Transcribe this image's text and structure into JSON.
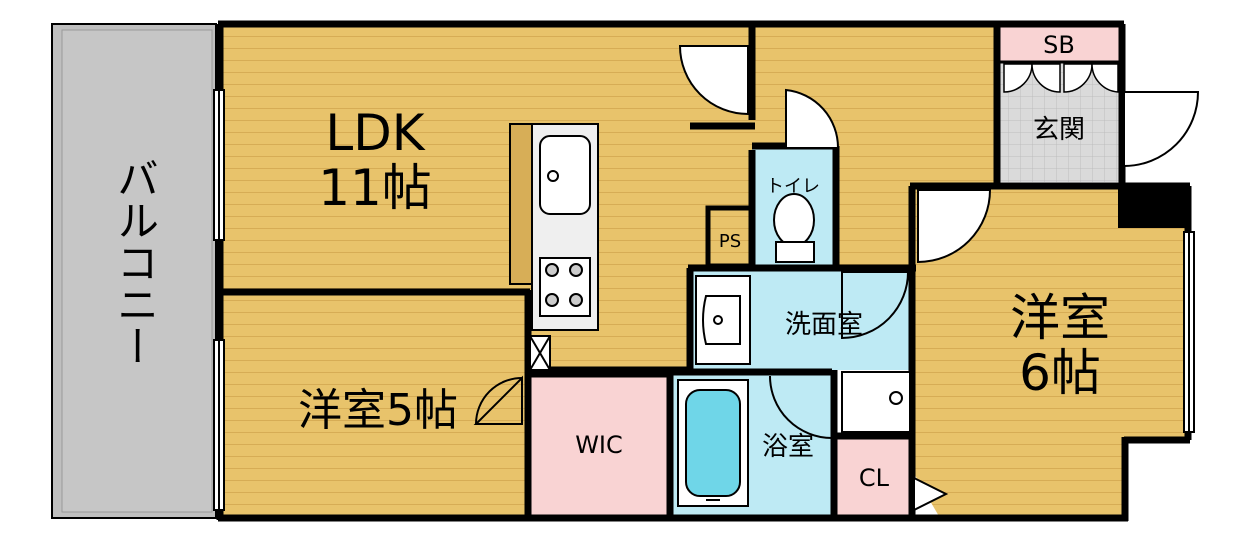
{
  "colors": {
    "wood": "#E8C36B",
    "wood_stripe": "#D7AE57",
    "pink": "#F9D3D3",
    "aqua": "#BEEAF4",
    "grey_tile": "#DADADA",
    "balcony": "#BFBFBF",
    "wall": "#000000"
  },
  "rooms": {
    "balcony": "バルコニー",
    "ldk_name": "LDK",
    "ldk_size": "11帖",
    "western5": "洋室5帖",
    "western6_name": "洋室",
    "western6_size": "6帖",
    "wic": "WIC",
    "toilet": "トイレ",
    "ps": "PS",
    "washroom": "洗面室",
    "bathroom": "浴室",
    "closet": "CL",
    "entrance": "玄関",
    "shoe_box": "SB"
  }
}
